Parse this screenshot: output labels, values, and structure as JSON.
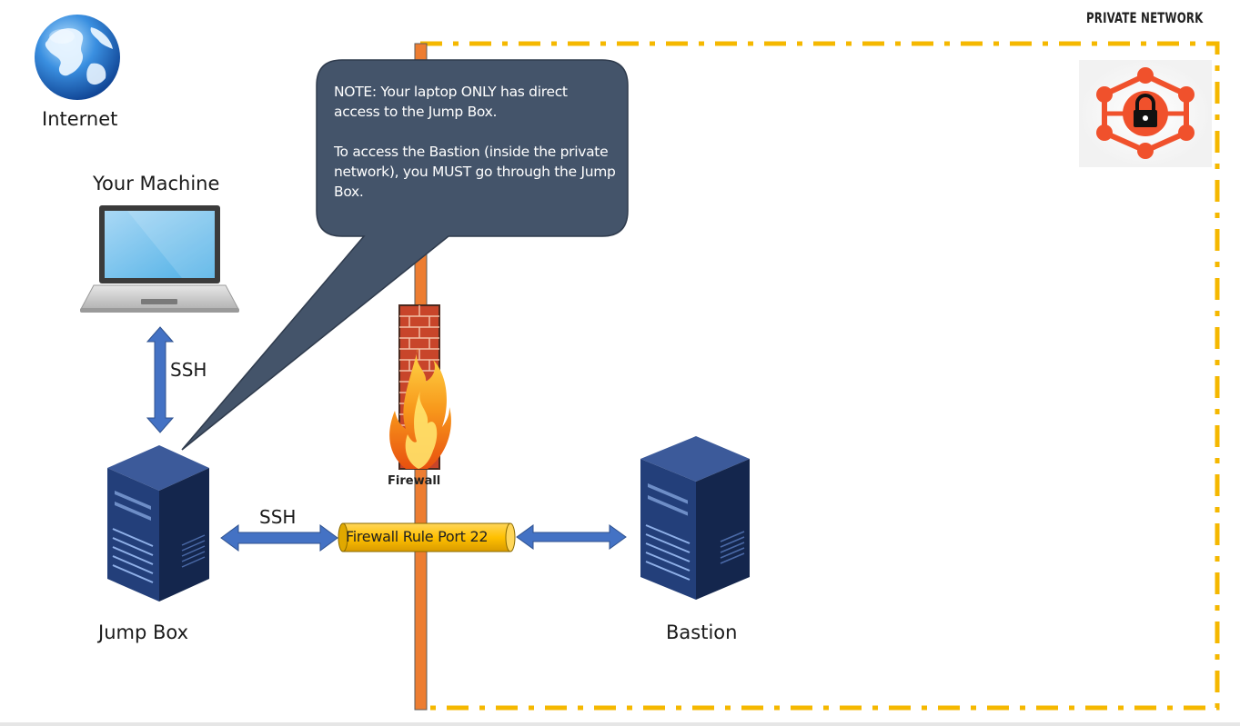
{
  "private_network": {
    "label": "PRIVATE NETWORK"
  },
  "internet": {
    "label": "Internet"
  },
  "your_machine": {
    "label": "Your Machine"
  },
  "jump_box": {
    "label": "Jump Box"
  },
  "bastion": {
    "label": "Bastion"
  },
  "links": {
    "machine_to_jumpbox": "SSH",
    "jumpbox_to_firewall": "SSH"
  },
  "firewall": {
    "label": "Firewall",
    "rule": "Firewall Rule Port 22"
  },
  "note": {
    "line1": "NOTE: Your laptop ONLY has direct access to the Jump Box.",
    "line2": "To access the Bastion (inside the private network), you MUST go through the Jump Box."
  },
  "colors": {
    "boundary_dash": "#f5b800",
    "firewall_bar": "#ed7d31",
    "arrow": "#4472c4",
    "callout": "#44546a",
    "rule_pipe": "#ffc000",
    "lock_hex": "#f0512c",
    "server": "#1f3a6e"
  }
}
